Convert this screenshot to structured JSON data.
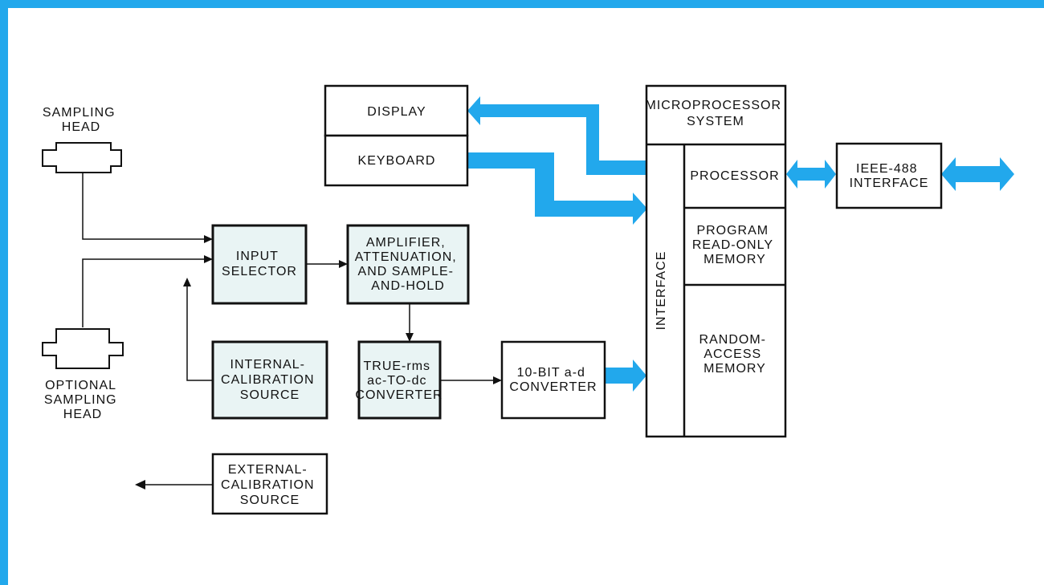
{
  "colors": {
    "border": "#22a8ec",
    "bus": "#22a8ec",
    "shaded_fill": "#e9f4f4",
    "ink": "#111111"
  },
  "labels": {
    "sampling_head": [
      "SAMPLING",
      "HEAD"
    ],
    "optional_sampling_head": [
      "OPTIONAL",
      "SAMPLING",
      "HEAD"
    ],
    "display": "DISPLAY",
    "keyboard": "KEYBOARD",
    "microprocessor_system": [
      "MICROPROCESSOR",
      "SYSTEM"
    ],
    "interface": "INTERFACE",
    "processor": "PROCESSOR",
    "program_rom": [
      "PROGRAM",
      "READ-ONLY",
      "MEMORY"
    ],
    "ram": [
      "RANDOM-",
      "ACCESS",
      "MEMORY"
    ],
    "ieee_488": [
      "IEEE-488",
      "INTERFACE"
    ],
    "input_selector": [
      "INPUT",
      "SELECTOR"
    ],
    "amplifier": [
      "AMPLIFIER,",
      "ATTENUATION,",
      "AND SAMPLE-",
      "AND-HOLD"
    ],
    "internal_cal": [
      "INTERNAL-",
      "CALIBRATION",
      "SOURCE"
    ],
    "true_rms": [
      "TRUE-rms",
      "ac-TO-dc",
      "CONVERTER"
    ],
    "adc": [
      "10-BIT a-d",
      "CONVERTER"
    ],
    "external_cal": [
      "EXTERNAL-",
      "CALIBRATION",
      "SOURCE"
    ]
  }
}
